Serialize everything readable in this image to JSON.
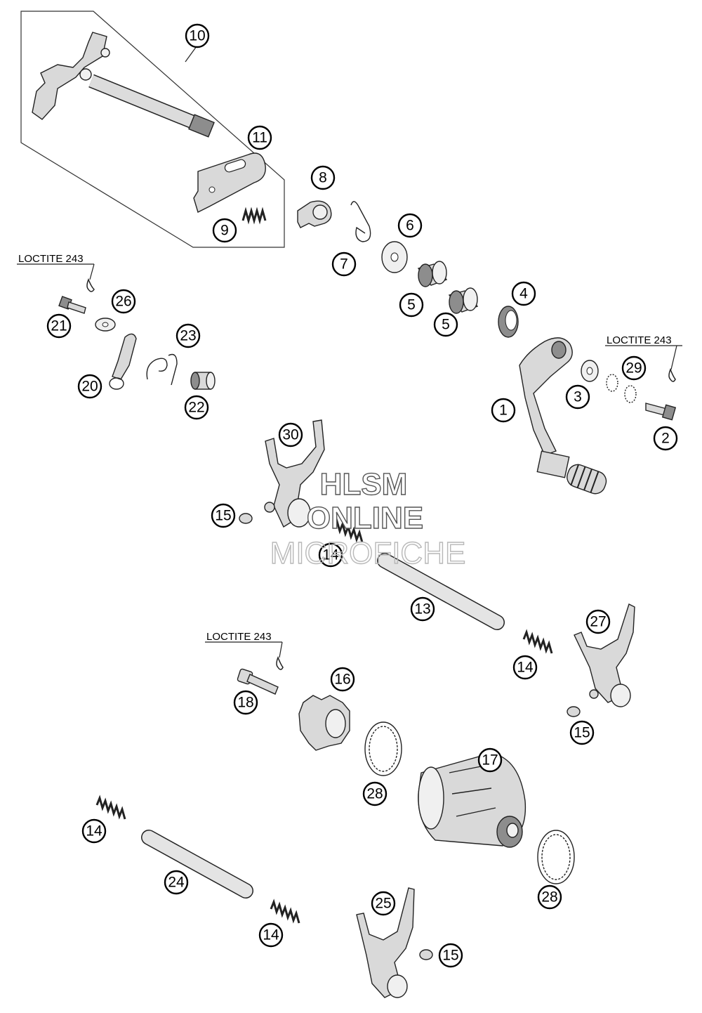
{
  "diagram": {
    "loctite_labels": [
      "LOCTITE 243",
      "LOCTITE 243",
      "LOCTITE 243"
    ],
    "watermark": {
      "line1": "HLSM",
      "line2": "ONLINE",
      "line3": "MICROFICHE"
    },
    "callouts": [
      "10",
      "11",
      "8",
      "9",
      "7",
      "6",
      "5",
      "5",
      "4",
      "1",
      "3",
      "29",
      "2",
      "26",
      "21",
      "23",
      "20",
      "22",
      "30",
      "15",
      "14",
      "13",
      "27",
      "14",
      "15",
      "18",
      "16",
      "28",
      "17",
      "14",
      "24",
      "14",
      "28",
      "25",
      "15"
    ],
    "icons": {
      "shift-shaft": "shift-shaft-icon",
      "loctite-drop": "drop-icon"
    }
  }
}
